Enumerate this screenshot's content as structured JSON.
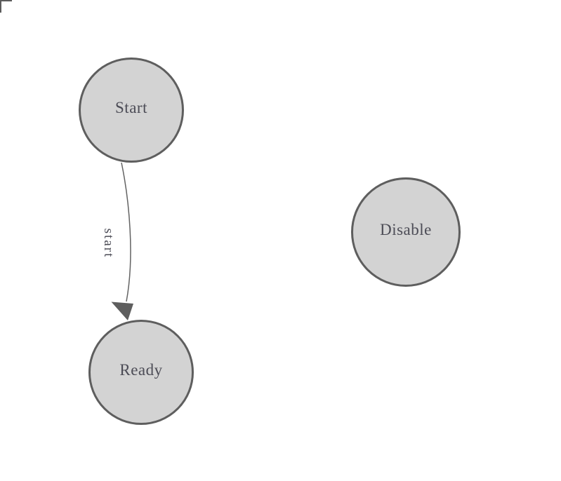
{
  "diagram": {
    "type": "state-machine",
    "nodes": [
      {
        "id": "Start",
        "label": "Start"
      },
      {
        "id": "Ready",
        "label": "Ready"
      },
      {
        "id": "Disable",
        "label": "Disable"
      }
    ],
    "edges": [
      {
        "source": "Start",
        "target": "Ready",
        "label": "start"
      }
    ],
    "colors": {
      "background": "#ffffff",
      "node_fill": "#d3d3d3",
      "node_border": "#5e5e5e",
      "node_text": "#4c4c56",
      "edge_line": "#636363",
      "edge_arrowhead": "#5e5e5e",
      "edge_label_text": "#4c4c56",
      "corner_mark": "#5c5c5c"
    }
  }
}
